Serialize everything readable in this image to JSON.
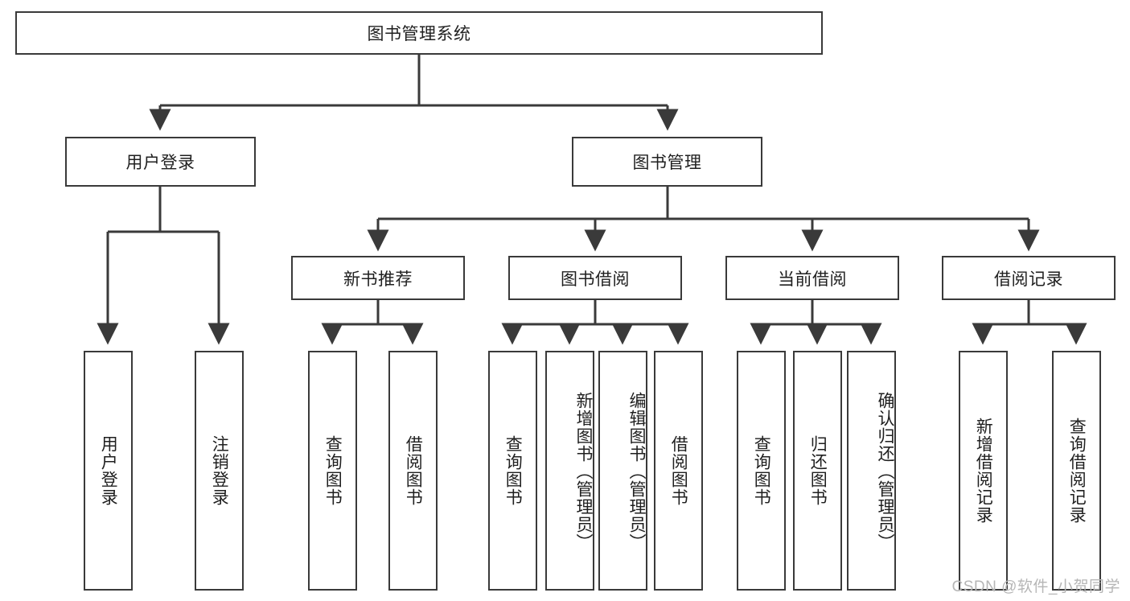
{
  "diagram": {
    "type": "tree-hierarchy",
    "title": "图书管理系统",
    "orientation": "top-down",
    "line_color": "#3a3a3a",
    "box_fill": "#ffffff",
    "text_color": "#1f1f1f",
    "root": {
      "label": "图书管理系统",
      "text_direction": "horizontal"
    },
    "level2": [
      {
        "label": "用户登录",
        "text_direction": "horizontal"
      },
      {
        "label": "图书管理",
        "text_direction": "horizontal"
      }
    ],
    "level3": [
      {
        "label": "新书推荐",
        "text_direction": "horizontal",
        "parent": "图书管理"
      },
      {
        "label": "图书借阅",
        "text_direction": "horizontal",
        "parent": "图书管理"
      },
      {
        "label": "当前借阅",
        "text_direction": "horizontal",
        "parent": "图书管理"
      },
      {
        "label": "借阅记录",
        "text_direction": "horizontal",
        "parent": "图书管理"
      }
    ],
    "leaves": {
      "user_login": [
        {
          "label": "用户登录",
          "text_direction": "vertical"
        },
        {
          "label": "注销登录",
          "text_direction": "vertical"
        }
      ],
      "new_book_recommend": [
        {
          "label": "查询图书",
          "text_direction": "vertical"
        },
        {
          "label": "借阅图书",
          "text_direction": "vertical"
        }
      ],
      "book_borrow": [
        {
          "label": "查询图书",
          "text_direction": "vertical"
        },
        {
          "label": "新增图书（管理员）",
          "text_direction": "vertical"
        },
        {
          "label": "编辑图书（管理员）",
          "text_direction": "vertical"
        },
        {
          "label": "借阅图书",
          "text_direction": "vertical"
        }
      ],
      "current_borrow": [
        {
          "label": "查询图书",
          "text_direction": "vertical"
        },
        {
          "label": "归还图书",
          "text_direction": "vertical"
        },
        {
          "label": "确认归还（管理员）",
          "text_direction": "vertical"
        }
      ],
      "borrow_record": [
        {
          "label": "新增借阅记录",
          "text_direction": "vertical"
        },
        {
          "label": "查询借阅记录",
          "text_direction": "vertical"
        }
      ]
    },
    "watermark": "CSDN @软件_小贺同学"
  }
}
